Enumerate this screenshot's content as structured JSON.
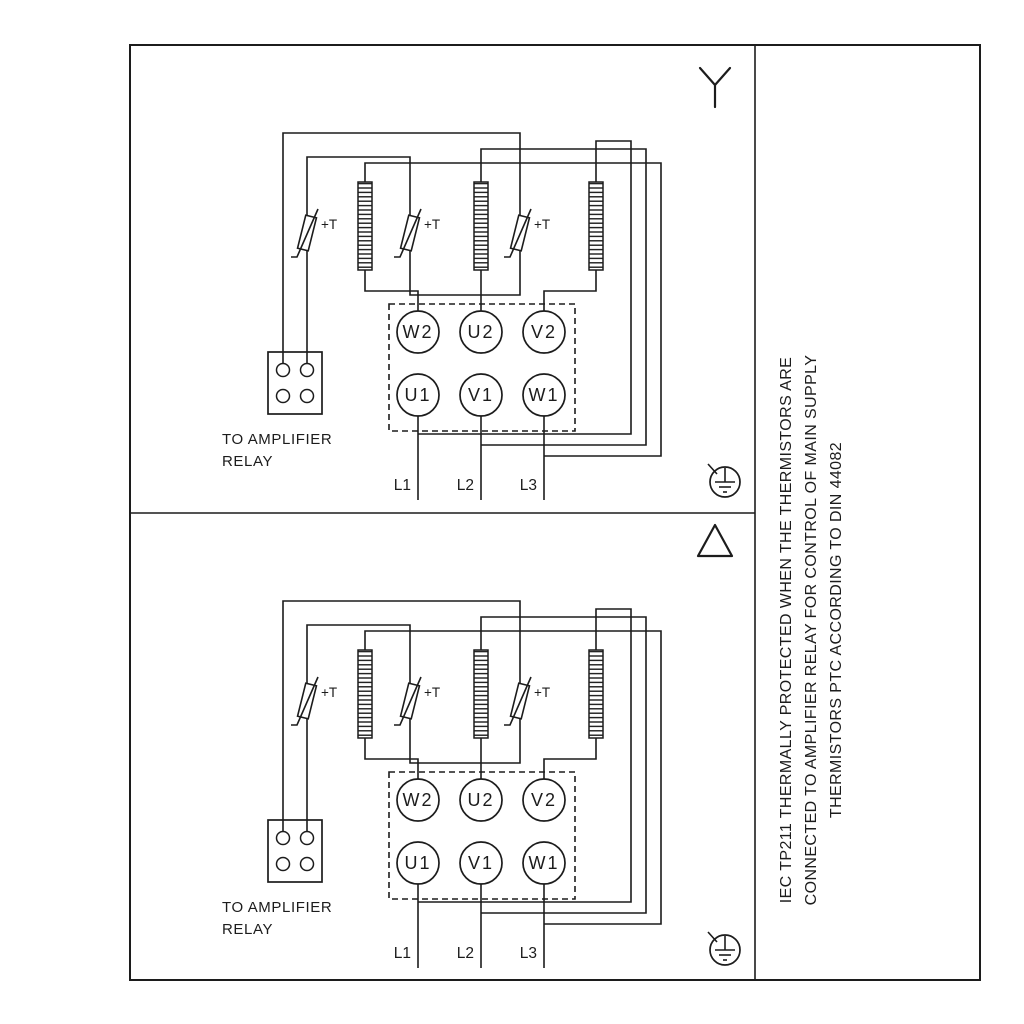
{
  "page": {
    "background": "#ffffff",
    "ink": "#1c1c1c",
    "description": "Motor terminal wiring diagram, star and delta connection with PTC thermistors"
  },
  "side_note": {
    "lines": [
      "IEC TP211 THERMALLY PROTECTED WHEN THE THERMISTORS ARE",
      "CONNECTED TO AMPLIFIER RELAY FOR CONTROL OF MAIN SUPPLY",
      "THERMISTORS PTC ACCORDING TO DIN 44082"
    ]
  },
  "panels": [
    {
      "id": "star",
      "connection_icon": "wye-icon",
      "terminals_top": [
        "W2",
        "U2",
        "V2"
      ],
      "terminals_bottom": [
        "U1",
        "V1",
        "W1"
      ],
      "supply_labels": [
        "L1",
        "L2",
        "L3"
      ],
      "thermistor_label": "+T",
      "relay_caption": [
        "TO AMPLIFIER",
        "RELAY"
      ]
    },
    {
      "id": "delta",
      "connection_icon": "delta-icon",
      "terminals_top": [
        "W2",
        "U2",
        "V2"
      ],
      "terminals_bottom": [
        "U1",
        "V1",
        "W1"
      ],
      "supply_labels": [
        "L1",
        "L2",
        "L3"
      ],
      "thermistor_label": "+T",
      "relay_caption": [
        "TO AMPLIFIER",
        "RELAY"
      ]
    }
  ]
}
